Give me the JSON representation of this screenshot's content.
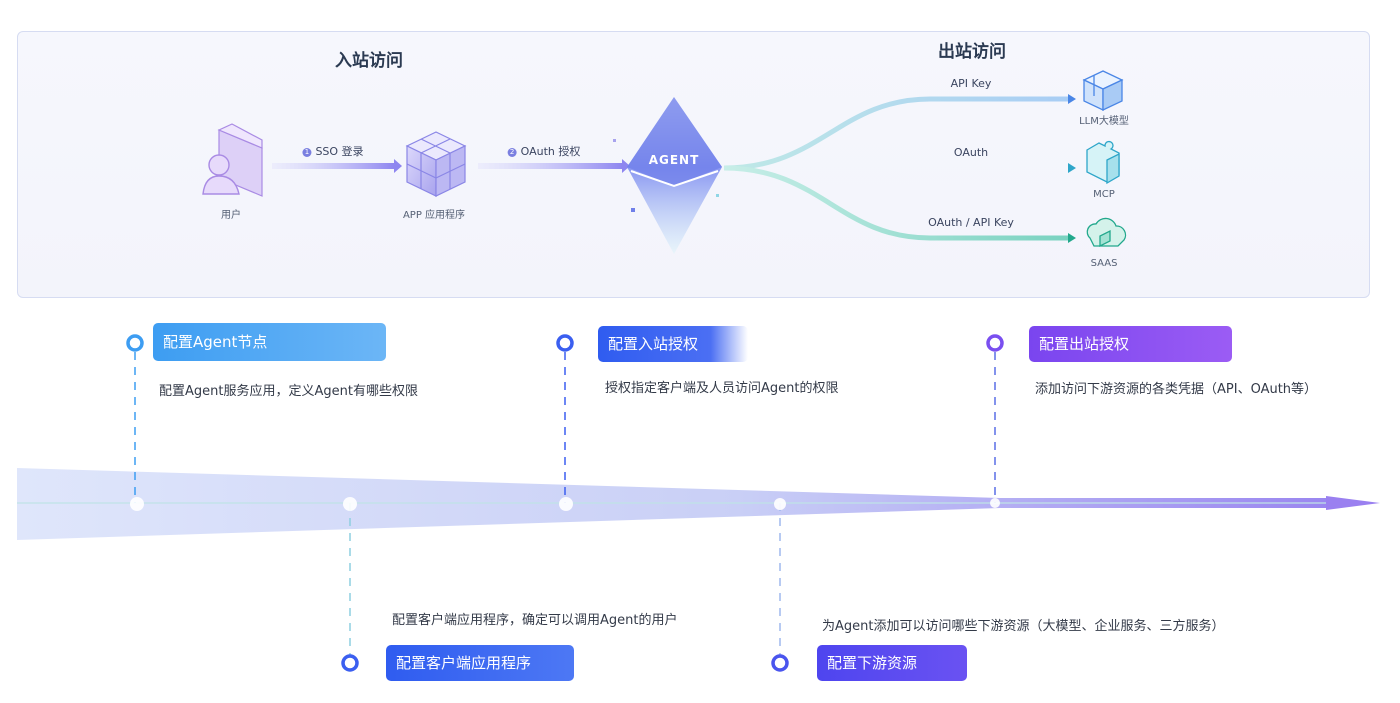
{
  "diagram": {
    "inbound_title": "入站访问",
    "outbound_title": "出站访问",
    "nodes": {
      "user": "用户",
      "app": "APP 应用程序",
      "agent": "AGENT",
      "llm": "LLM大模型",
      "mcp": "MCP",
      "saas": "SAAS"
    },
    "edges": {
      "sso_step": "1",
      "sso_label": "SSO 登录",
      "oauth_step": "2",
      "oauth_label": "OAuth 授权",
      "llm_label": "API Key",
      "mcp_label": "OAuth",
      "saas_label": "OAuth / API Key"
    }
  },
  "timeline": {
    "steps": [
      {
        "title": "配置Agent节点",
        "desc": "配置Agent服务应用，定义Agent有哪些权限"
      },
      {
        "title": "配置客户端应用程序",
        "desc": "配置客户端应用程序，确定可以调用Agent的用户"
      },
      {
        "title": "配置入站授权",
        "desc": "授权指定客户端及人员访问Agent的权限"
      },
      {
        "title": "配置下游资源",
        "desc": "为Agent添加可以访问哪些下游资源（大模型、企业服务、三方服务）"
      },
      {
        "title": "配置出站授权",
        "desc": "添加访问下游资源的各类凭据（API、OAuth等）"
      }
    ]
  },
  "colors": {
    "inbound_arrow": "#8e86f0",
    "llm_line": "#9cc6f2",
    "mcp_line": "#8fd6e6",
    "saas_line": "#8fd8c8",
    "step1": "#3d9df2",
    "step2": "#3b5ff0",
    "step3": "#3d5ff0",
    "step4": "#5a4ff0",
    "step5": "#8a4ff0"
  }
}
